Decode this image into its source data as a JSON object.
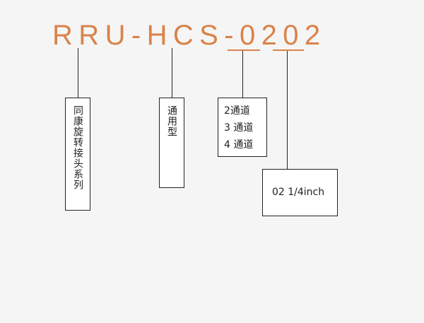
{
  "model_code": "RRU-HCS-0202",
  "series_box": {
    "text": "同康旋转接头系列"
  },
  "type_box": {
    "text": "通用型"
  },
  "channels_box": {
    "lines": [
      "2通道",
      "3 通道",
      "4 通道"
    ]
  },
  "size_box": {
    "text": "02 1/4inch"
  },
  "colors": {
    "accent": "#d9834a",
    "line": "#222222",
    "box_fill": "#ffffff",
    "background": "#f5f5f5"
  }
}
